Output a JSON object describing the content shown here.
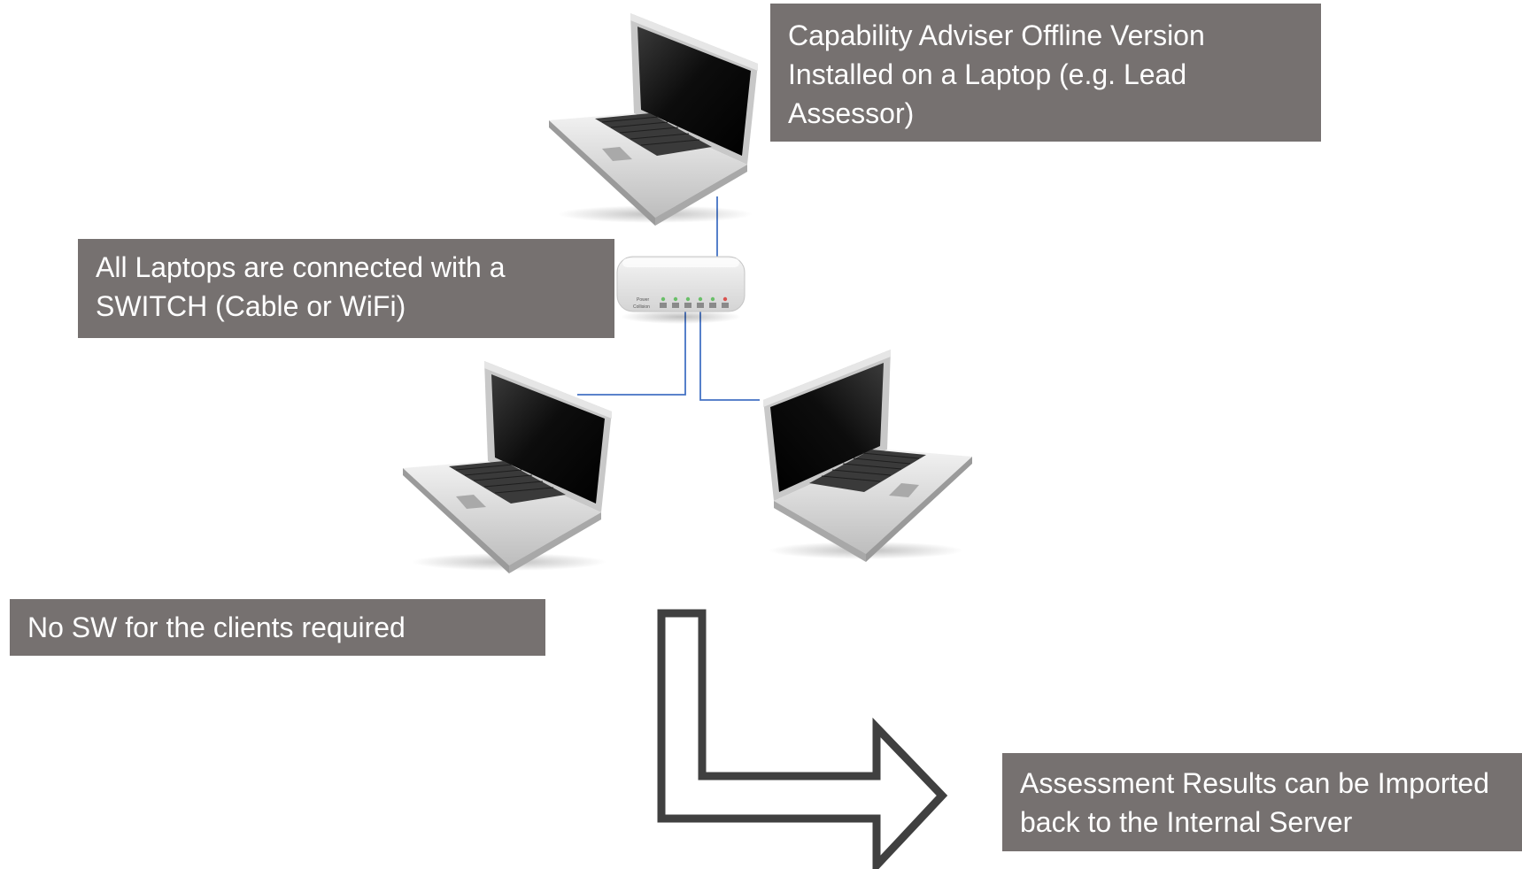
{
  "callouts": {
    "offline_version": "Capability Adviser Offline Version\nInstalled on a Laptop (e.g. Lead\nAssessor)",
    "switch": "All Laptops are connected with a\nSWITCH (Cable or WiFi)",
    "no_software": "No SW for the clients required",
    "import_results": "Assessment Results can be Imported\nback to the Internal Server"
  },
  "switch_port_labels": [
    "Power",
    "Collision"
  ],
  "colors": {
    "callout_bg": "#767170",
    "callout_text": "#ffffff",
    "cable": "#4472c4",
    "arrow_outline": "#404040"
  },
  "icons": [
    "laptop-icon",
    "network-switch-icon",
    "bent-arrow-icon"
  ]
}
